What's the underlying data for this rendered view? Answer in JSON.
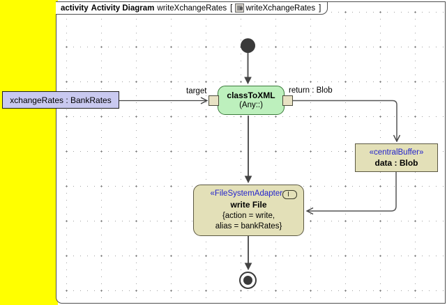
{
  "frame": {
    "keyword": "activity",
    "diagram_type": "Activity Diagram",
    "diagram_name": "writeXchangeRates",
    "bracket_open": "[",
    "icon": "activity-model-icon",
    "qualified_name": "writeXchangeRates",
    "bracket_close": "]"
  },
  "panel": {
    "name": "left-yellow-panel",
    "color": "#ffff00"
  },
  "nodes": {
    "object_node": {
      "label": "xchangeRates : BankRates",
      "fill": "#c9c9f0"
    },
    "initial_node": {
      "label": "initial-node"
    },
    "class_to_xml": {
      "name": "classToXML",
      "type": "(Any::)",
      "fill": "#bdf0bd"
    },
    "pins": {
      "target": "target",
      "return": "return : Blob"
    },
    "central_buffer": {
      "stereotype": "«centralBuffer»",
      "label": "data : Blob",
      "fill": "#e3e0b8"
    },
    "write_file": {
      "stereotype": "«FileSystemAdapter»",
      "name": "write File",
      "property_line1": "{action = write,",
      "property_line2": "alias = bankRates}",
      "fill": "#e3e0b8",
      "icon": "socket-icon"
    },
    "final_node": {
      "label": "activity-final-node"
    }
  },
  "colors": {
    "stereotype_blue": "#2222cc",
    "edge_gray": "#555555",
    "grid_dot": "#a0a0a0"
  }
}
